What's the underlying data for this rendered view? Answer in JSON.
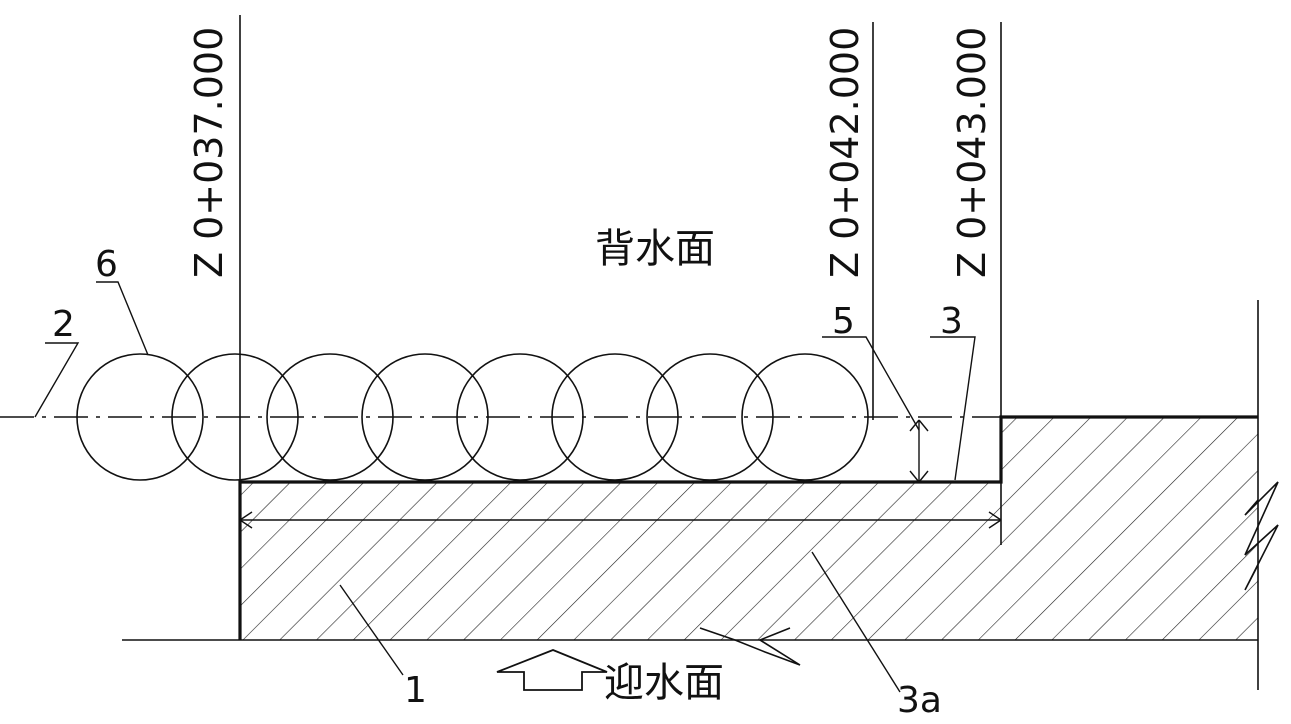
{
  "diagram": {
    "stations": [
      {
        "text": "Z 0+037.000"
      },
      {
        "text": "Z 0+042.000"
      },
      {
        "text": "Z 0+043.000"
      }
    ],
    "labels": {
      "back_water_face": "背水面",
      "upstream_face": "迎水面",
      "part_1": "1",
      "part_2": "2",
      "part_3": "3",
      "part_3a": "3a",
      "part_5": "5",
      "part_6": "6"
    },
    "pile_count": 8
  }
}
